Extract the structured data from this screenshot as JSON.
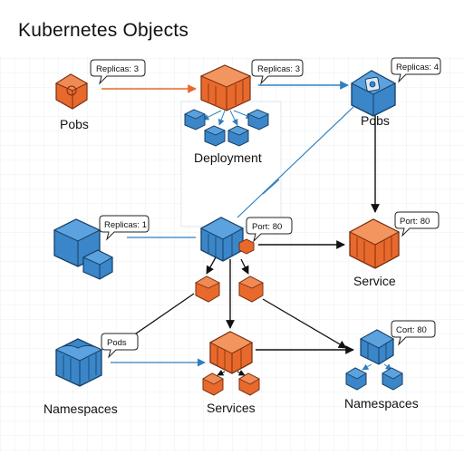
{
  "title": "Kubernetes Objects",
  "colors": {
    "orange": "#e8692c",
    "orange_dark": "#b9471a",
    "blue": "#3a86c8",
    "blue_dark": "#1e5f9a",
    "arrow_orange": "#e8692c",
    "arrow_blue": "#2f7fc0",
    "arrow_black": "#111111",
    "grid": "#e9edf2"
  },
  "nodes": {
    "pobs_left": {
      "label": "Pobs",
      "callout": "Replicas: 3",
      "icon": "pod-cube-icon"
    },
    "deployment": {
      "label": "Deployment",
      "callout": "Replicas: 3",
      "icon": "container-stack-icon"
    },
    "pobs_right": {
      "label": "Pobs",
      "callout": "Replicas: 4",
      "icon": "pod-cube-icon"
    },
    "replica_left": {
      "label": "",
      "callout": "Replicas: 1",
      "icon": "container-stack-icon"
    },
    "center": {
      "label": "",
      "callout": "Port: 80",
      "icon": "container-stack-icon"
    },
    "service_right": {
      "label": "Service",
      "callout": "Port: 80",
      "icon": "container-icon"
    },
    "namespaces_left": {
      "label": "Namespaces",
      "callout": "Pods",
      "icon": "container-icon"
    },
    "services_center": {
      "label": "Services",
      "callout": "",
      "icon": "container-icon"
    },
    "namespaces_right": {
      "label": "Namespaces",
      "callout": "Cort: 80",
      "icon": "container-icon"
    }
  }
}
